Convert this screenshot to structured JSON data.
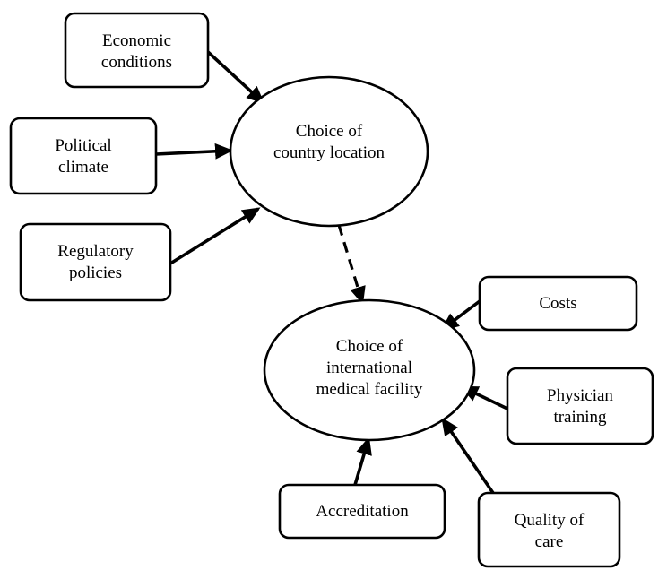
{
  "diagram": {
    "nodes": {
      "economic": {
        "line1": "Economic",
        "line2": "conditions"
      },
      "political": {
        "line1": "Political",
        "line2": "climate"
      },
      "regulatory": {
        "line1": "Regulatory",
        "line2": "policies"
      },
      "country": {
        "line1": "Choice of",
        "line2": "country location"
      },
      "facility": {
        "line1": "Choice of",
        "line2": "international",
        "line3": "medical facility"
      },
      "costs": {
        "line1": "Costs"
      },
      "physician": {
        "line1": "Physician",
        "line2": "training"
      },
      "quality": {
        "line1": "Quality of",
        "line2": "care"
      },
      "accreditation": {
        "line1": "Accreditation"
      }
    },
    "edges": [
      {
        "from": "economic",
        "to": "country",
        "style": "solid"
      },
      {
        "from": "political",
        "to": "country",
        "style": "solid"
      },
      {
        "from": "regulatory",
        "to": "country",
        "style": "solid"
      },
      {
        "from": "country",
        "to": "facility",
        "style": "dashed"
      },
      {
        "from": "costs",
        "to": "facility",
        "style": "solid"
      },
      {
        "from": "physician",
        "to": "facility",
        "style": "solid"
      },
      {
        "from": "quality",
        "to": "facility",
        "style": "solid"
      },
      {
        "from": "accreditation",
        "to": "facility",
        "style": "solid"
      }
    ]
  }
}
